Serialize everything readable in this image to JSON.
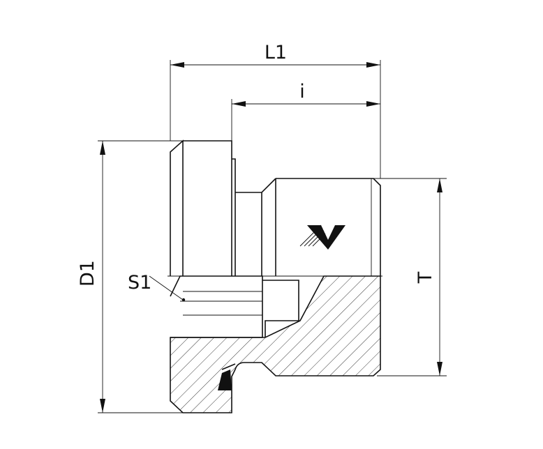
{
  "labels": {
    "overall_length": "L1",
    "thread_length": "i",
    "head_diameter": "D1",
    "hex_socket": "S1",
    "thread": "T"
  }
}
